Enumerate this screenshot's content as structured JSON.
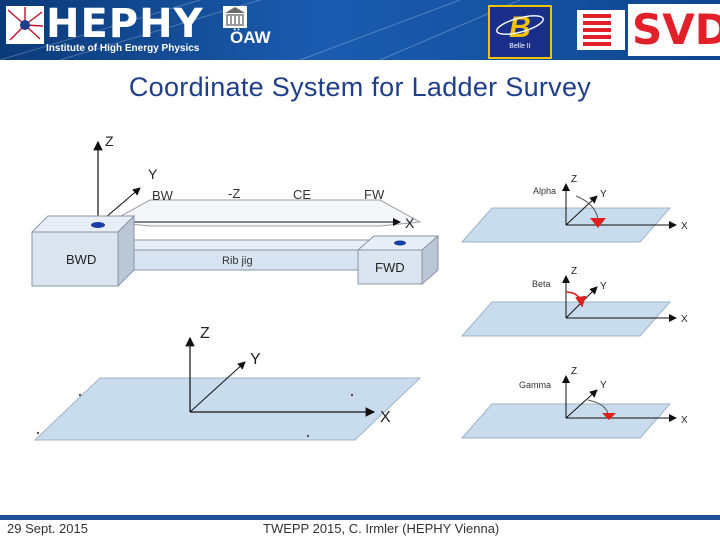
{
  "header": {
    "hephy_title": "HEPHY",
    "hephy_subtitle": "Institute of High Energy Physics",
    "oaw_label": "ÖAW",
    "belle_label": "Belle II",
    "svd_label": "SVD"
  },
  "slide": {
    "title": "Coordinate System for Ladder Survey"
  },
  "diagram_main": {
    "axis_z": "Z",
    "axis_y": "Y",
    "axis_x": "X",
    "pos_bw": "BW",
    "pos_minus_z": "-Z",
    "pos_ce": "CE",
    "pos_fw": "FW",
    "block_bwd": "BWD",
    "rib_jig": "Rib jig",
    "block_fwd": "FWD"
  },
  "diagram_large": {
    "axis_z": "Z",
    "axis_y": "Y",
    "axis_x": "X"
  },
  "rotations": [
    {
      "label": "Alpha",
      "z": "Z",
      "y": "Y",
      "x": "X"
    },
    {
      "label": "Beta",
      "z": "Z",
      "y": "Y",
      "x": "X"
    },
    {
      "label": "Gamma",
      "z": "Z",
      "y": "Y",
      "x": "X"
    }
  ],
  "footer": {
    "date": "29 Sept. 2015",
    "conference": "TWEPP 2015, C. Irmler (HEPHY Vienna)"
  },
  "colors": {
    "title": "#1f3f8a",
    "banner": "#1b5cb0",
    "plane_fill": "#c5daee",
    "rotation_arrow": "#e02020",
    "svd_red": "#e2202a"
  }
}
